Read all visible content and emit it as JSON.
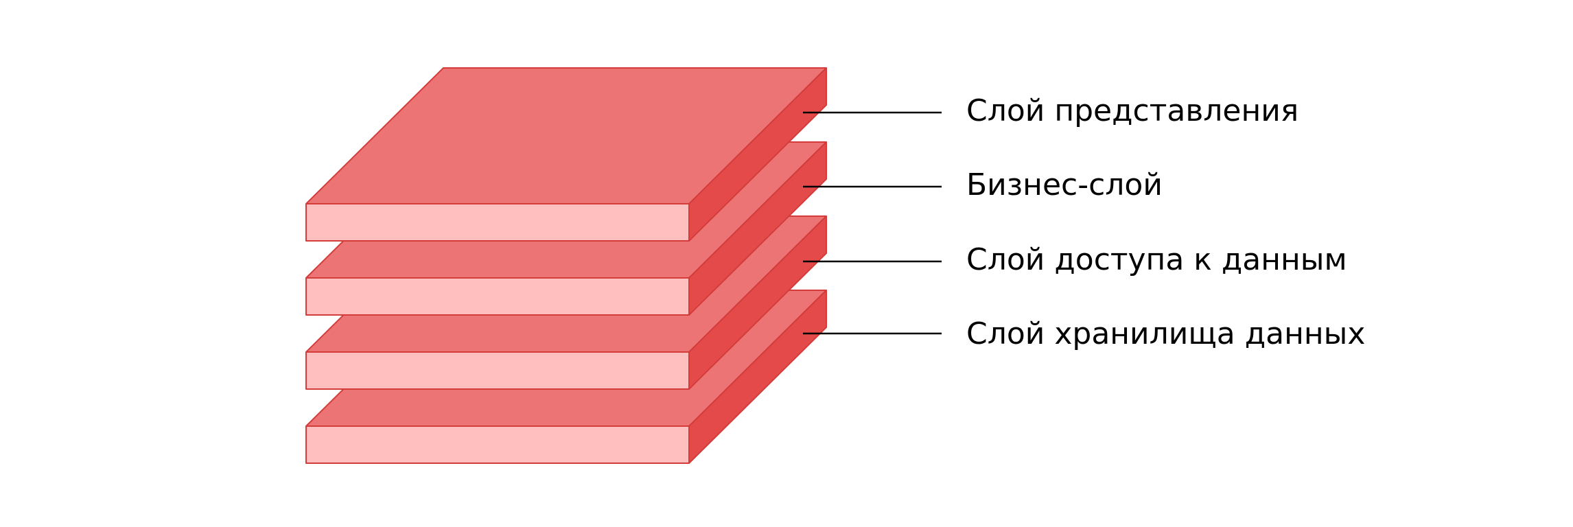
{
  "colors": {
    "top_face": "#ec7474",
    "front_face": "#ffbfbf",
    "side_face": "#e44a4a",
    "outline": "#d43c3c",
    "leader_line": "#000000",
    "label": "#000000"
  },
  "layers": [
    {
      "label": "Слой представления"
    },
    {
      "label": "Бизнес-слой"
    },
    {
      "label": "Слой доступа к данным"
    },
    {
      "label": "Слой хранилища данных"
    }
  ]
}
